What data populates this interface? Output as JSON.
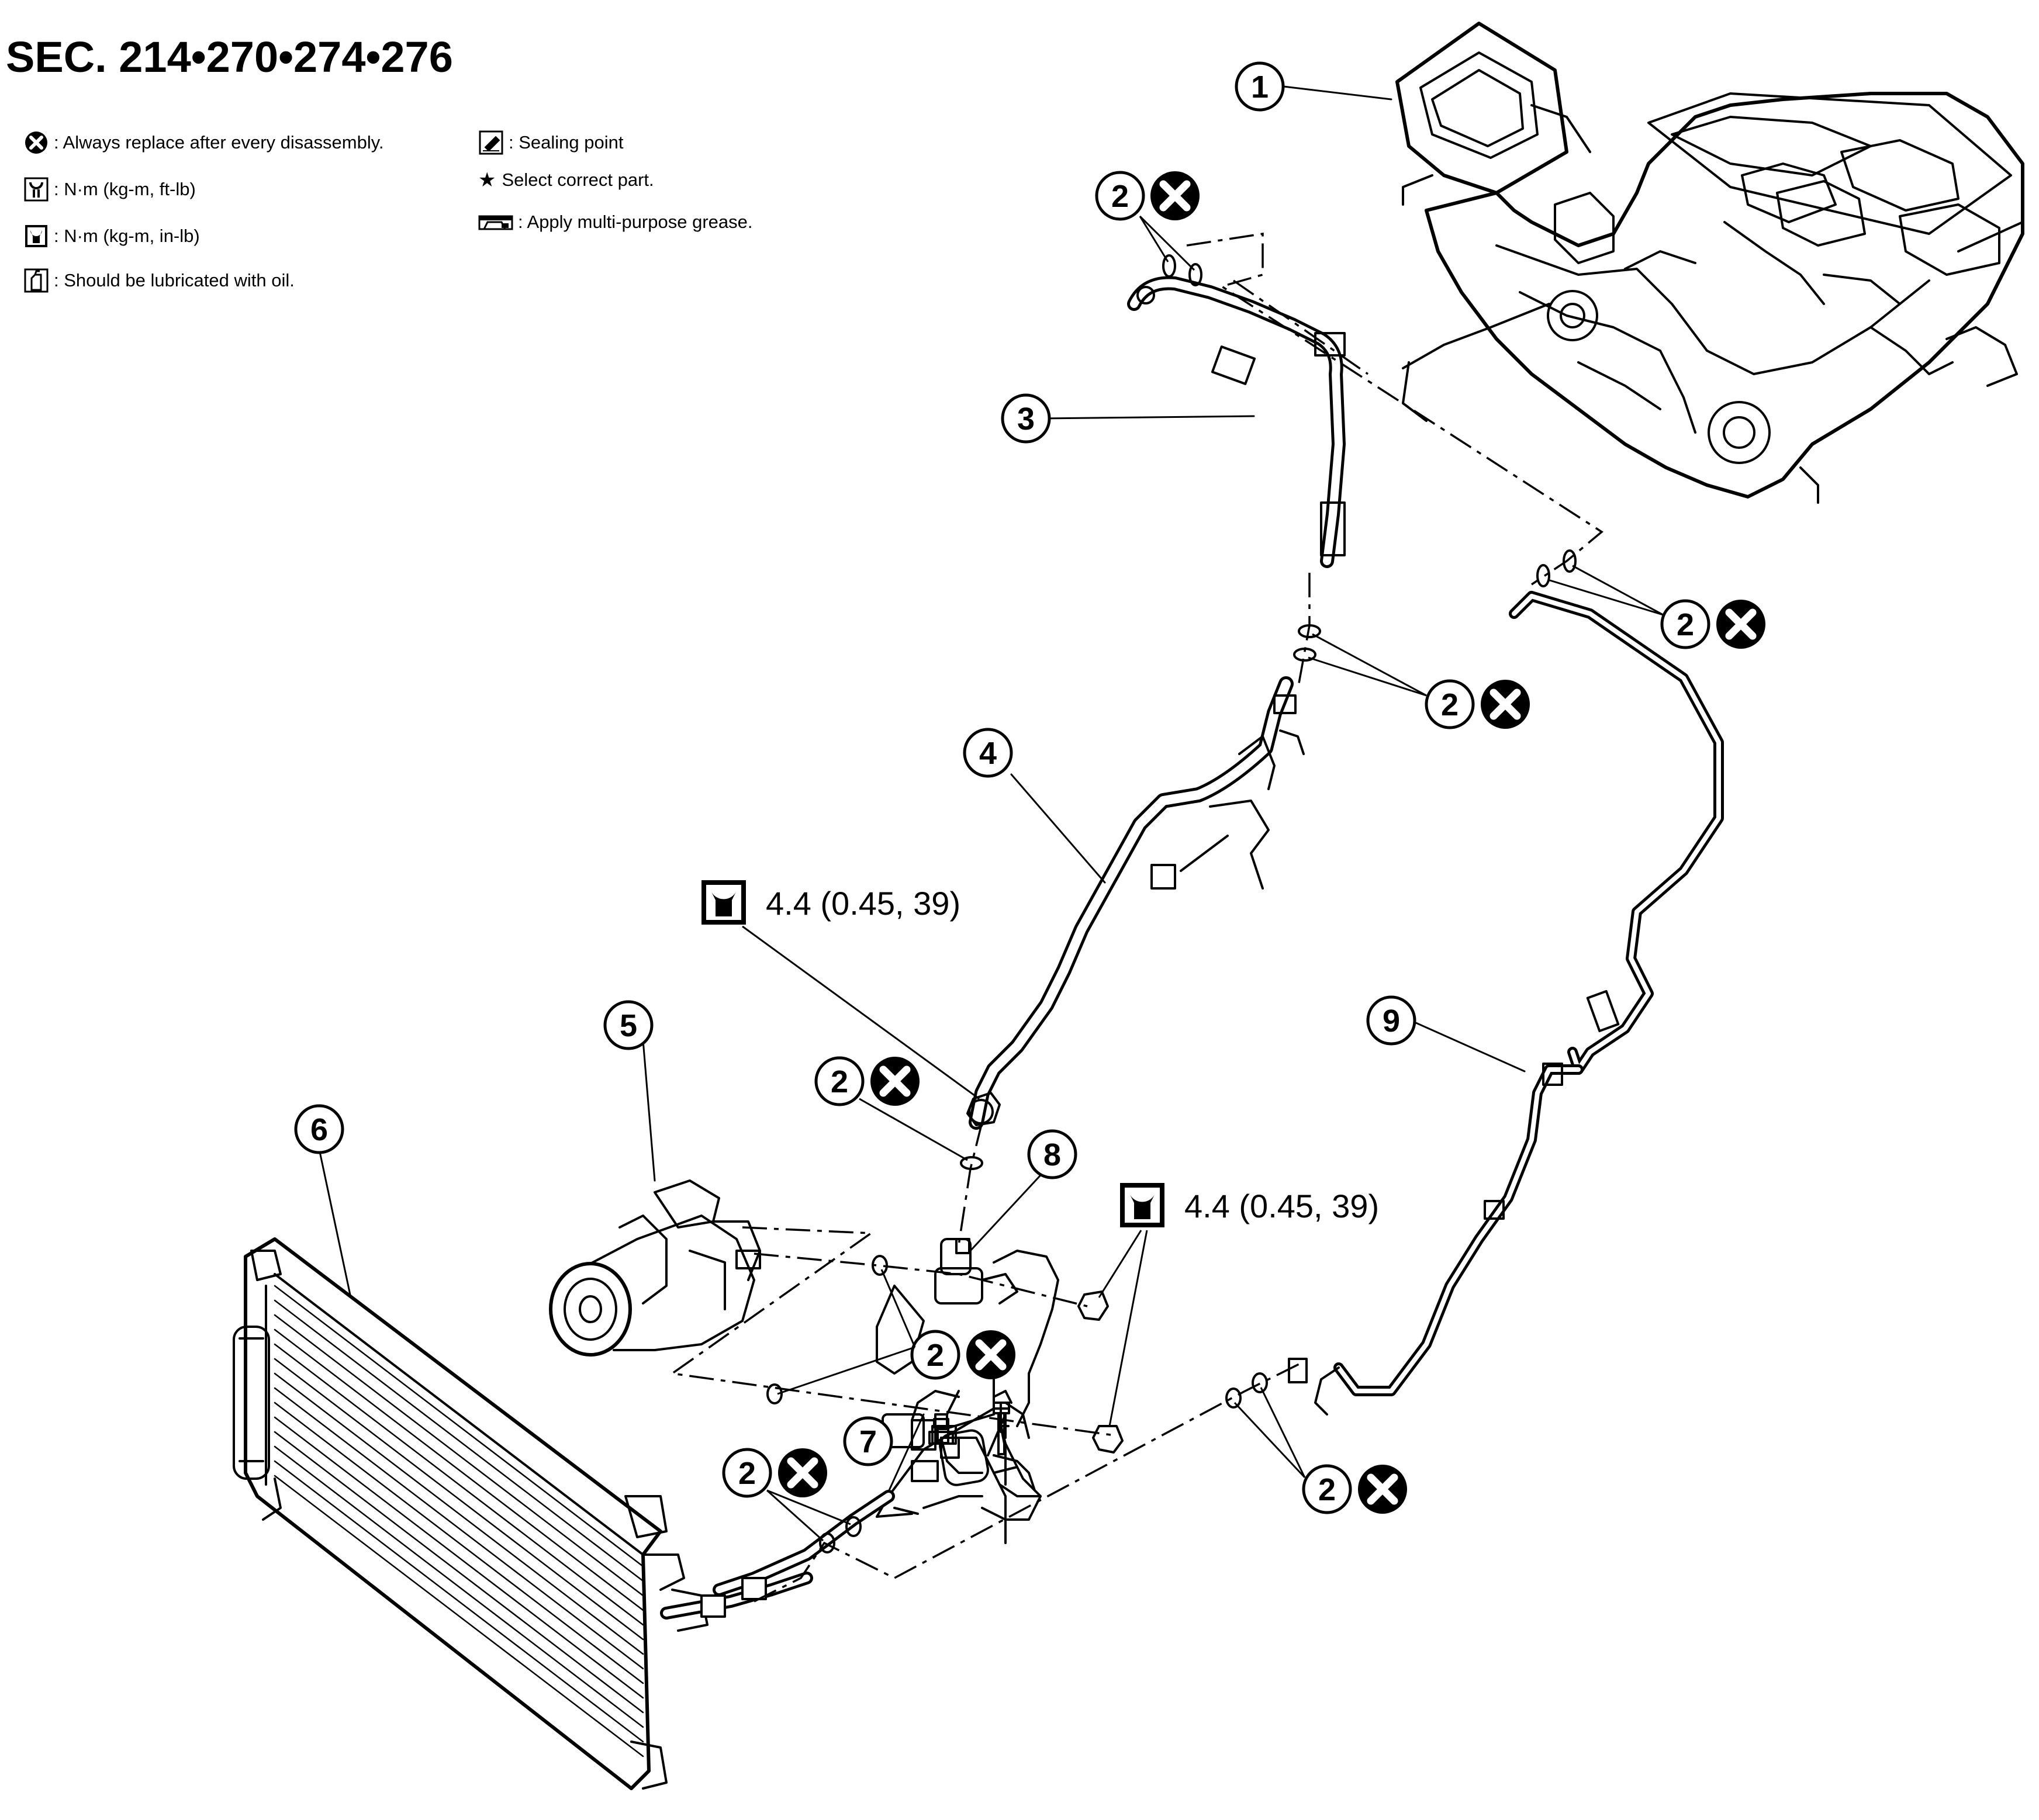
{
  "header": {
    "section_title": "SEC. 214•270•274•276"
  },
  "legend": [
    {
      "icon": "replace-circle-x-icon",
      "text": ": Always replace after every disassembly."
    },
    {
      "icon": "torque-wrench-icon",
      "text": ": N·m (kg-m, ft-lb)"
    },
    {
      "icon": "torque-wrench-filled-icon",
      "text": ": N·m (kg-m, in-lb)"
    },
    {
      "icon": "oil-can-icon",
      "text": ": Should be lubricated with oil."
    },
    {
      "icon": "sealing-point-icon",
      "text": ": Sealing point"
    },
    {
      "icon": "star-icon",
      "text": "Select correct part."
    },
    {
      "icon": "grease-icon",
      "text": ": Apply multi-purpose grease."
    }
  ],
  "callouts": [
    {
      "number": "1"
    },
    {
      "number": "2"
    },
    {
      "number": "3"
    },
    {
      "number": "4"
    },
    {
      "number": "5"
    },
    {
      "number": "6"
    },
    {
      "number": "7"
    },
    {
      "number": "8"
    },
    {
      "number": "9"
    }
  ],
  "torque_specs": [
    {
      "text": "4.4 (0.45, 39)"
    },
    {
      "text": "4.4 (0.45, 39)"
    }
  ],
  "colors": {
    "line": "#000000",
    "background": "#ffffff"
  }
}
